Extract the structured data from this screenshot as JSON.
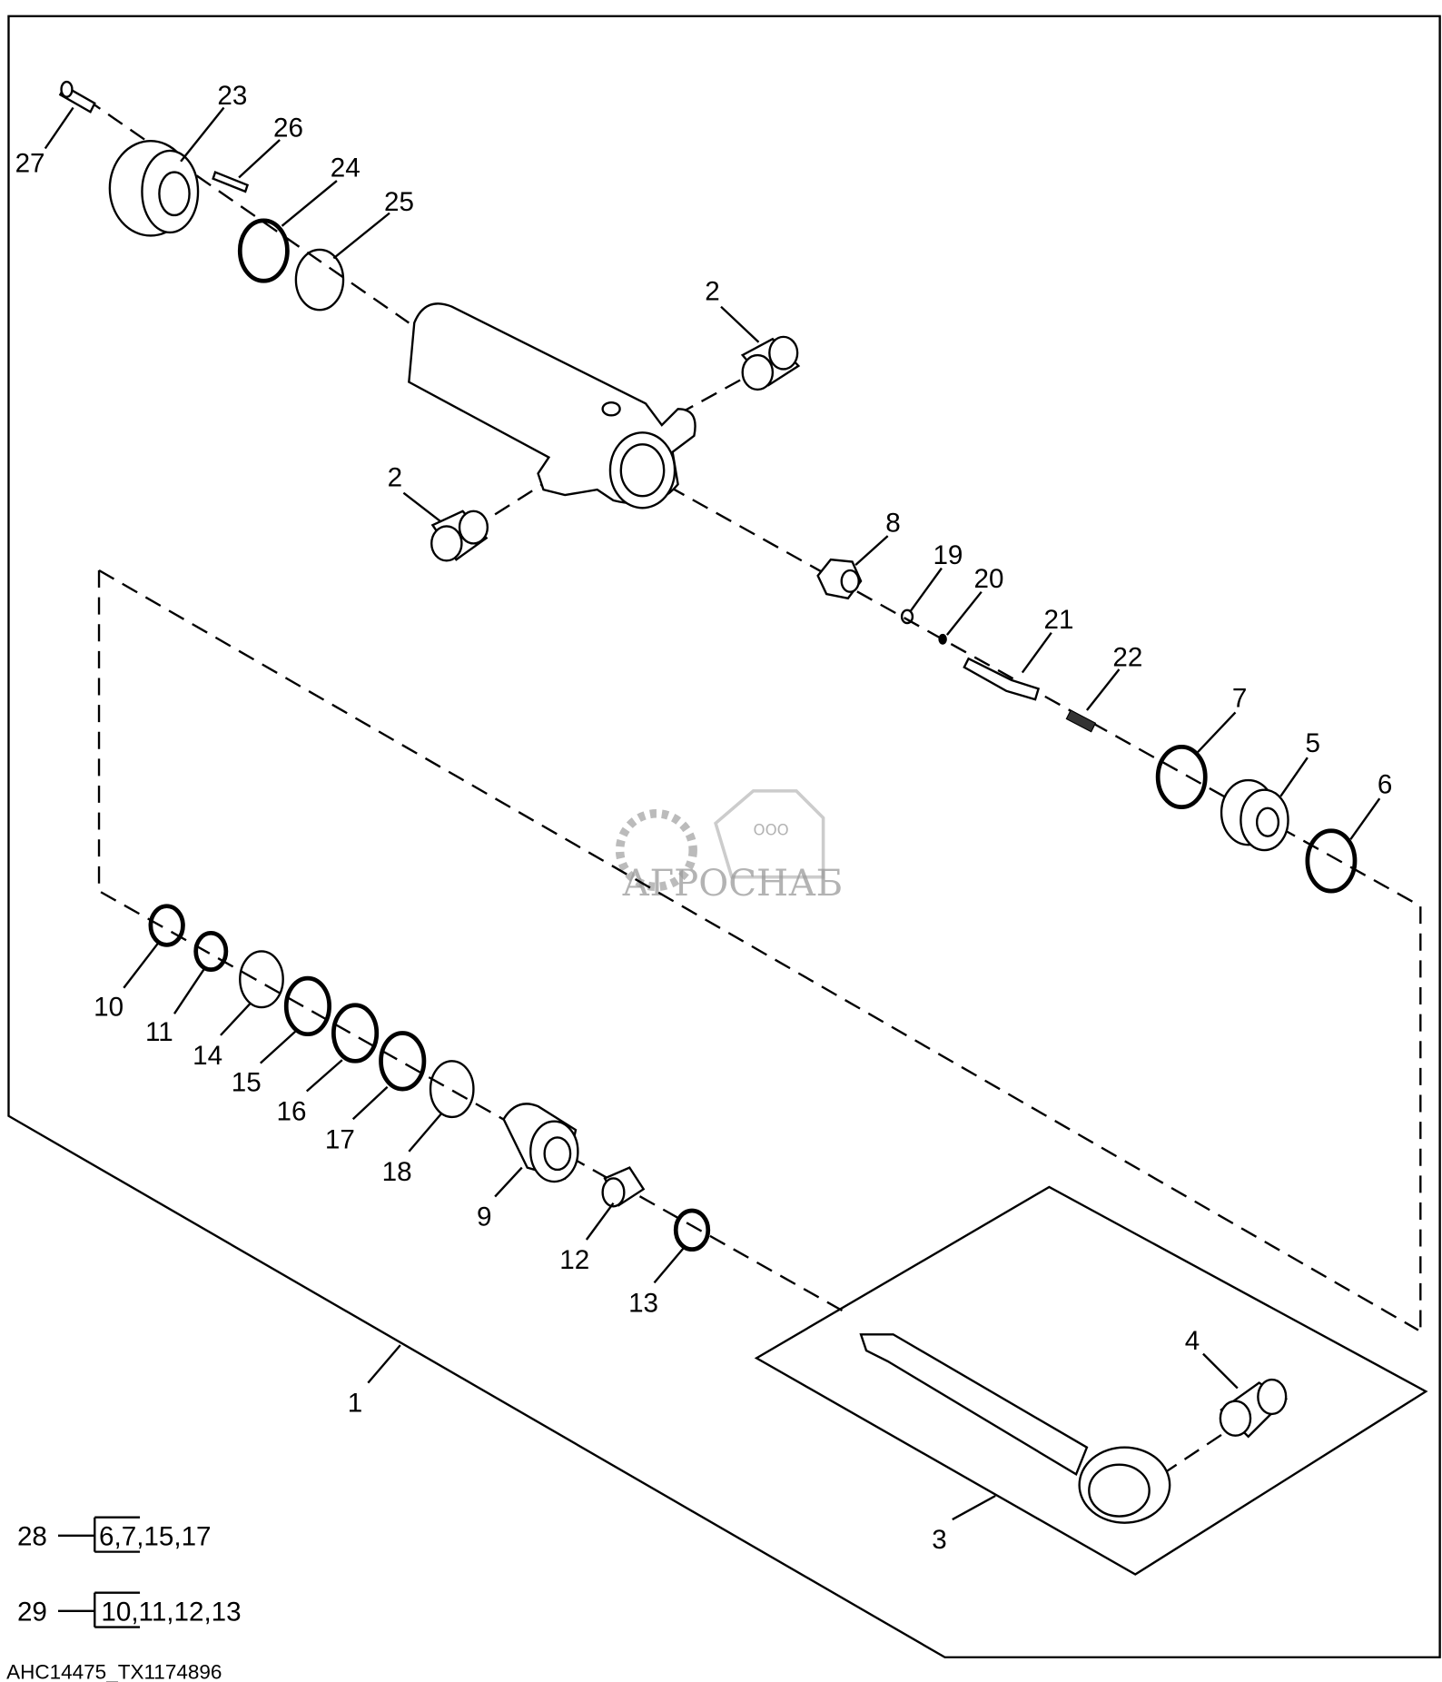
{
  "figure": {
    "id": "AHC14475_TX1174896",
    "callouts": {
      "c1": "1",
      "c2a": "2",
      "c2b": "2",
      "c3": "3",
      "c4": "4",
      "c5": "5",
      "c6": "6",
      "c7": "7",
      "c8": "8",
      "c9": "9",
      "c10": "10",
      "c11": "11",
      "c12": "12",
      "c13": "13",
      "c14": "14",
      "c15": "15",
      "c16": "16",
      "c17": "17",
      "c18": "18",
      "c19": "19",
      "c20": "20",
      "c21": "21",
      "c22": "22",
      "c23": "23",
      "c24": "24",
      "c25": "25",
      "c26": "26",
      "c27": "27"
    },
    "kits": [
      {
        "item": "28",
        "contents": "6,7,15,17"
      },
      {
        "item": "29",
        "contents": "10,11,12,13"
      }
    ]
  },
  "watermark": {
    "prefix": "ООО",
    "name": "АГРОСНАБ"
  }
}
